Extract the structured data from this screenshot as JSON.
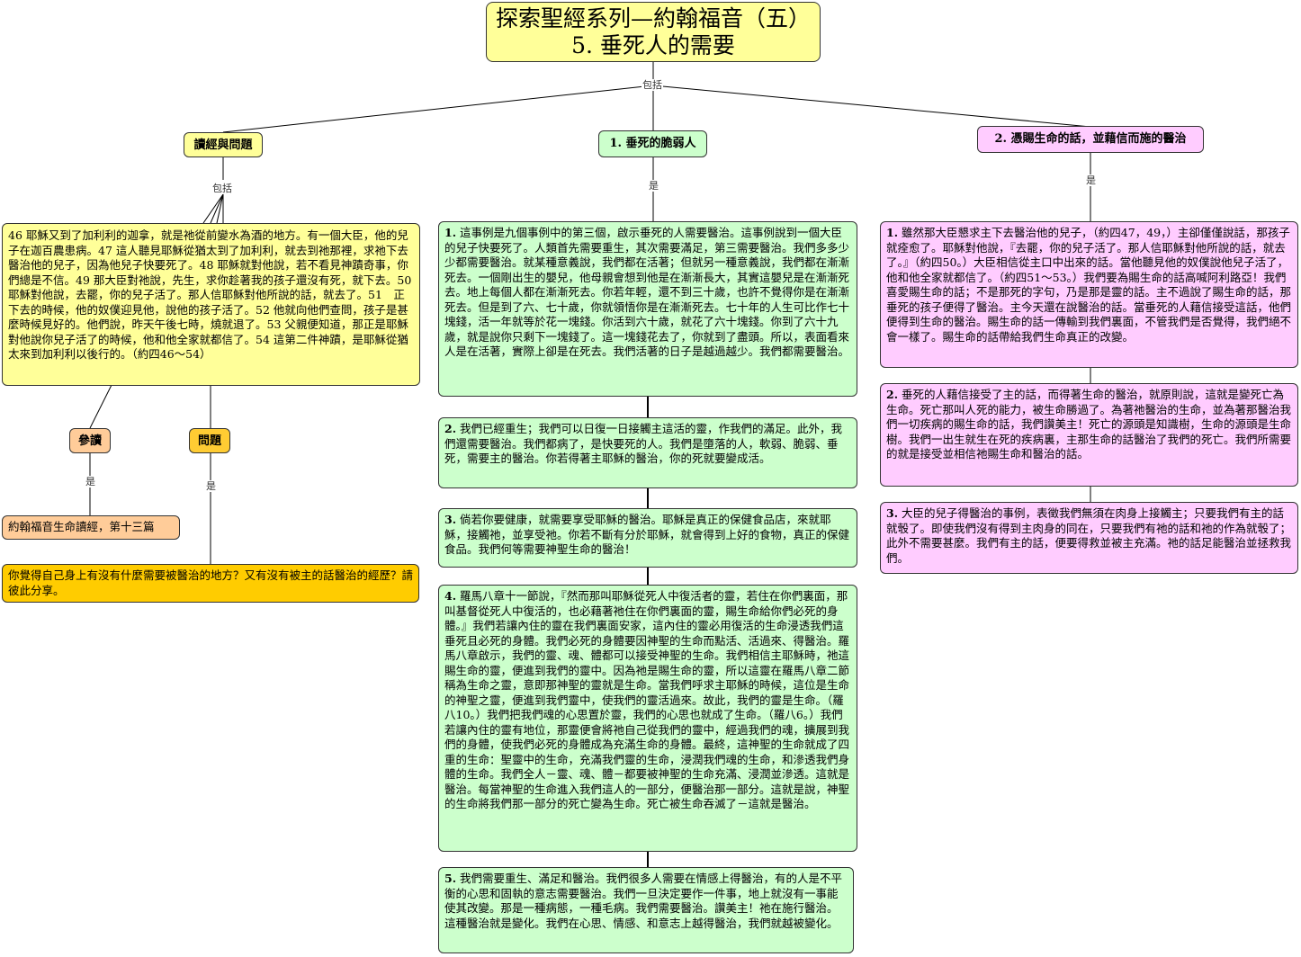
{
  "title": {
    "line1": "探索聖經系列—約翰福音（五）",
    "line2": "5. 垂死人的需要"
  },
  "link_labels": {
    "root": "包括",
    "reading": "包括",
    "branch1": "是",
    "branch2": "是",
    "ref": "是",
    "question": "是"
  },
  "reading": {
    "label": "讀經與問題",
    "passage": "46 耶穌又到了加利利的迦拿，就是祂從前變水為酒的地方。有一個大臣，他的兒子在迦百農患病。47 這人聽見耶穌從猶太到了加利利，就去到祂那裡，求祂下去醫治他的兒子，因為他兒子快要死了。48 耶穌就對他說，若不看見神蹟奇事，你們總是不信。49 那大臣對祂說，先生，求你趁著我的孩子還沒有死，就下去。50 耶穌對他說，去罷，你的兒子活了。那人信耶穌對他所說的話，就去了。51　正下去的時候，他的奴僕迎見他，說他的孩子活了。52 他就向他們查問，孩子是甚麼時候見好的。他們說，昨天午後七時，燒就退了。53 父親便知道，那正是耶穌對他說你兒子活了的時候，他和他全家就都信了。54 這第二件神蹟，是耶穌從猶太來到加利利以後行的。（約四46～54）",
    "ref_label": "參讀",
    "ref_text": "約翰福音生命讀經，第十三篇",
    "question_label": "問題",
    "question_text": "你覺得自己身上有沒有什麼需要被醫治的地方？又有沒有被主的話醫治的經歷？請彼此分享。"
  },
  "branch1": {
    "label": "1. 垂死的脆弱人",
    "items": [
      {
        "num": "1.",
        "text": " 這事例是九個事例中的第三個，啟示垂死的人需要醫治。這事例說到一個大臣的兒子快要死了。人類首先需要重生，其次需要滿足，第三需要醫治。我們多多少少都需要醫治。就某種意義說，我們都在活著；但就另一種意義說，我們都在漸漸死去。一個剛出生的嬰兒，他母親會想到他是在漸漸長大，其實這嬰兒是在漸漸死去。地上每個人都在漸漸死去。你若年輕，還不到三十歲，也許不覺得你是在漸漸死去。但是到了六、七十歲，你就領悟你是在漸漸死去。七十年的人生可比作七十塊錢，活一年就等於花一塊錢。你活到六十歲，就花了六十塊錢。你到了六十九歲，就是說你只剩下一塊錢了。這一塊錢花去了，你就到了盡頭。所以，表面看來人是在活著，實際上卻是在死去。我們活著的日子是越過越少。我們都需要醫治。"
      },
      {
        "num": "2.",
        "text": " 我們已經重生；我們可以日復一日接觸主這活的靈，作我們的滿足。此外，我們還需要醫治。我們都病了，是快要死的人。我們是墮落的人，軟弱、脆弱、垂死，需要主的醫治。你若得著主耶穌的醫治，你的死就要變成活。"
      },
      {
        "num": "3.",
        "text": " 倘若你要健康，就需要享受耶穌的醫治。耶穌是真正的保健食品店，來就耶穌，接觸祂，並享受祂。你若不斷有分於耶穌，就會得到上好的食物，真正的保健食品。我們何等需要神聖生命的醫治！"
      },
      {
        "num": "4.",
        "text": " 羅馬八章十一節說，『然而那叫耶穌從死人中復活者的靈，若住在你們裏面，那叫基督從死人中復活的，也必藉著祂住在你們裏面的靈，賜生命給你們必死的身體。』我們若讓內住的靈在我們裏面安家，這內住的靈必用復活的生命浸透我們這垂死且必死的身體。我們必死的身體要因神聖的生命而點活、活過來、得醫治。羅馬八章啟示，我們的靈、魂、體都可以接受神聖的生命。我們相信主耶穌時，祂這賜生命的靈，便進到我們的靈中。因為祂是賜生命的靈，所以這靈在羅馬八章二節稱為生命之靈，意即那神聖的靈就是生命。當我們呼求主耶穌的時候，這位是生命的神聖之靈，便進到我們靈中，使我們的靈活過來。故此，我們的靈是生命。（羅八10。）我們把我們魂的心思置於靈，我們的心思也就成了生命。（羅八6。）我們若讓內住的靈有地位，那靈便會將祂自己從我們的靈中，經過我們的魂，擴展到我們的身體，使我們必死的身體成為充滿生命的身體。最終，這神聖的生命就成了四重的生命：聖靈中的生命，充滿我們靈的生命，浸潤我們魂的生命，和滲透我們身體的生命。我們全人－靈、魂、體－都要被神聖的生命充滿、浸潤並滲透。這就是醫治。每當神聖的生命進入我們這人的一部分，便醫治那一部分。這就是說，神聖的生命將我們那一部分的死亡變為生命。死亡被生命吞滅了－這就是醫治。"
      },
      {
        "num": "5.",
        "text": " 我們需要重生、滿足和醫治。我們很多人需要在情感上得醫治，有的人是不平衡的心思和固執的意志需要醫治。我們一旦決定要作一件事，地上就沒有一事能使其改變。那是一種病態，一種毛病。我們需要醫治。讚美主！祂在施行醫治。這種醫治就是變化。我們在心思、情感、和意志上越得醫治，我們就越被變化。"
      }
    ]
  },
  "branch2": {
    "label": "2. 憑賜生命的話，並藉信而施的醫治",
    "items": [
      {
        "num": "1.",
        "text": " 雖然那大臣懇求主下去醫治他的兒子，（約四47，49，）主卻僅僅說話，那孩子就痊愈了。耶穌對他說，『去罷，你的兒子活了。那人信耶穌對他所說的話，就去了。』（約四50。）大臣相信從主口中出來的話。當他聽見他的奴僕說他兒子活了，他和他全家就都信了。（約四51～53。）我們要為賜生命的話高喊阿利路亞！我們喜愛賜生命的話；不是那死的字句，乃是那是靈的話。主不過說了賜生命的話，那垂死的孩子便得了醫治。主今天還在說醫治的話。當垂死的人藉信接受這話，他們便得到生命的醫治。賜生命的話一傳輸到我們裏面，不管我們是否覺得，我們絕不會一樣了。賜生命的話帶給我們生命真正的改變。"
      },
      {
        "num": "2.",
        "text": " 垂死的人藉信接受了主的話，而得著生命的醫治，就原則說，這就是變死亡為生命。死亡那叫人死的能力，被生命勝過了。為著祂醫治的生命，並為著那醫治我們一切疾病的賜生命的話，我們讚美主！死亡的源頭是知識樹，生命的源頭是生命樹。我們一出生就生在死的疾病裏，主那生命的話醫治了我們的死亡。我們所需要的就是接受並相信祂賜生命和醫治的話。"
      },
      {
        "num": "3.",
        "text": " 大臣的兒子得醫治的事例，表徵我們無須在肉身上接觸主；只要我們有主的話就彀了。即使我們沒有得到主肉身的同在，只要我們有祂的話和祂的作為就彀了；此外不需要甚麼。我們有主的話，便要得救並被主充滿。祂的話足能醫治並拯救我們。"
      }
    ]
  }
}
